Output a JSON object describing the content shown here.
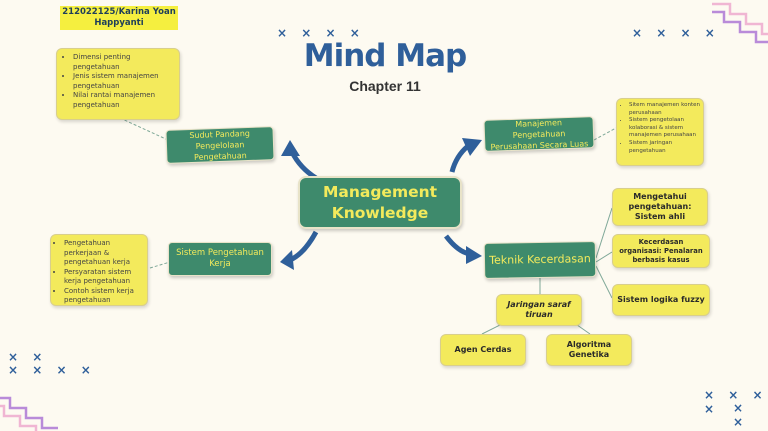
{
  "author": "212022125/Karina Yoan Happyanti",
  "title": "Mind Map",
  "subtitle": "Chapter 11",
  "center": "Management Knowledge",
  "branches": {
    "sudut": {
      "label": "Sudut Pandang Pengelolaan Pengetahuan",
      "items": [
        "Dimensi penting pengetahuan",
        "Jenis sistem manajemen pengetahuan",
        "Nilai rantai manajemen pengetahuan"
      ]
    },
    "manajemen": {
      "label": "Manajemen Pengetahuan Perusahaan Secara Luas",
      "items": [
        "Sitem manajemen konten perusahaan",
        "Sistem pengetolaan kolaborasi & sistem manajemen perusahaan",
        "Sistem jaringan pengetahuan"
      ]
    },
    "sistem": {
      "label": "Sistem Pengetahuan Kerja",
      "items": [
        "Pengetahuan perkerjaan & pengetahuan kerja",
        "Persyaratan sistem kerja pengetahuan",
        "Contoh sistem kerja pengetahuan"
      ]
    },
    "teknik": {
      "label": "Teknik Kecerdasan",
      "right": [
        "Mengetahui pengetahuan: Sistem ahli",
        "Kecerdasan organisasi: Penalaran berbasis kasus",
        "Sistem logika fuzzy"
      ],
      "jaringan": "Jaringan saraf tiruan",
      "agen": "Agen Cerdas",
      "algoritma": "Algoritma Genetika"
    }
  },
  "decor": {
    "x_top_left": "× × × ×",
    "x_top_right": "× × × ×",
    "x_bottom_left_1": "× ×",
    "x_bottom_left_2": "× × × ×",
    "x_bottom_right_1": "× × × ×",
    "x_bottom_right_2": "× ×"
  }
}
